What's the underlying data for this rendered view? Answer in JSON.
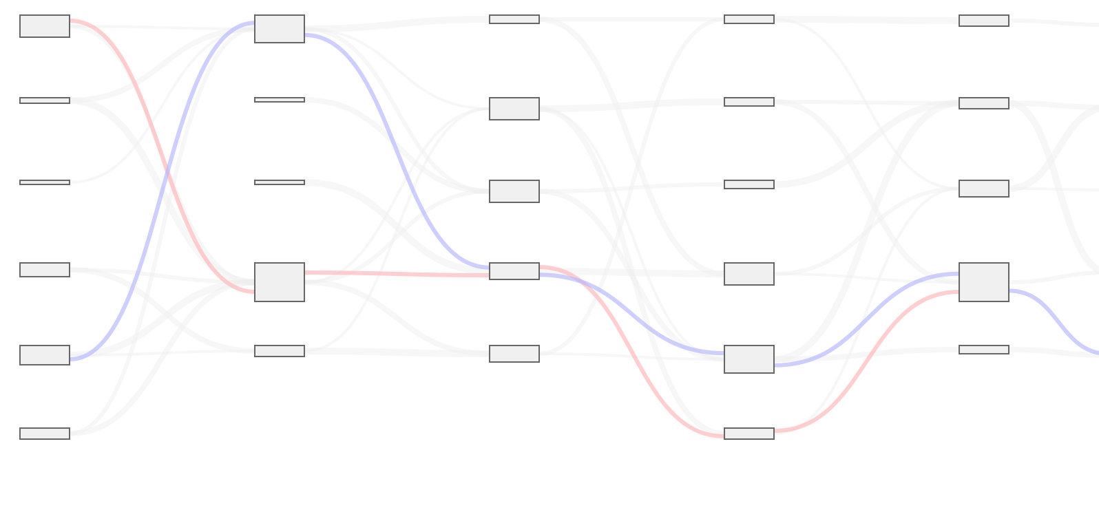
{
  "diagram": {
    "type": "alluvial-flow",
    "colors": {
      "background": "#ffffff",
      "node_fill": "#f0f0f0",
      "node_stroke": "#666666",
      "faint_link": "#eeeeee",
      "highlight_red": "#ffb3b8",
      "highlight_blue": "#b3b3ff"
    },
    "columns": [
      {
        "id": 0,
        "nodes": [
          {
            "weight": 4
          },
          {
            "weight": 1
          },
          {
            "weight": 0.5
          },
          {
            "weight": 2.5
          },
          {
            "weight": 3.5
          },
          {
            "weight": 2
          }
        ]
      },
      {
        "id": 1,
        "nodes": [
          {
            "weight": 5
          },
          {
            "weight": 0.5
          },
          {
            "weight": 0.5
          },
          {
            "weight": 7
          },
          {
            "weight": 2
          }
        ]
      },
      {
        "id": 2,
        "nodes": [
          {
            "weight": 1.5
          },
          {
            "weight": 4
          },
          {
            "weight": 4
          },
          {
            "weight": 3
          },
          {
            "weight": 3
          }
        ]
      },
      {
        "id": 3,
        "nodes": [
          {
            "weight": 1.5
          },
          {
            "weight": 1.5
          },
          {
            "weight": 1.5
          },
          {
            "weight": 4
          },
          {
            "weight": 5
          },
          {
            "weight": 2
          }
        ]
      },
      {
        "id": 4,
        "nodes": [
          {
            "weight": 2
          },
          {
            "weight": 2
          },
          {
            "weight": 3
          },
          {
            "weight": 7
          },
          {
            "weight": 1.5
          }
        ]
      }
    ],
    "highlighted_flows": [
      {
        "name": "red",
        "color": "#ffb3b8",
        "path": [
          {
            "col": 0,
            "node": 0
          },
          {
            "col": 1,
            "node": 3
          },
          {
            "col": 2,
            "node": 3
          },
          {
            "col": 3,
            "node": 5
          },
          {
            "col": 4,
            "node": 3
          }
        ]
      },
      {
        "name": "blue",
        "color": "#b3b3ff",
        "path": [
          {
            "col": 0,
            "node": 4
          },
          {
            "col": 1,
            "node": 0
          },
          {
            "col": 2,
            "node": 3
          },
          {
            "col": 3,
            "node": 4
          },
          {
            "col": 4,
            "node": 3
          },
          {
            "col": 5,
            "node": 4
          }
        ]
      }
    ],
    "background_flows": [
      [
        0,
        0,
        1,
        0
      ],
      [
        0,
        0,
        1,
        3
      ],
      [
        0,
        1,
        1,
        0
      ],
      [
        0,
        1,
        1,
        3
      ],
      [
        0,
        2,
        1,
        0
      ],
      [
        0,
        3,
        1,
        3
      ],
      [
        0,
        3,
        1,
        4
      ],
      [
        0,
        4,
        1,
        3
      ],
      [
        0,
        4,
        1,
        4
      ],
      [
        0,
        5,
        1,
        0
      ],
      [
        0,
        5,
        1,
        3
      ],
      [
        1,
        0,
        2,
        0
      ],
      [
        1,
        0,
        2,
        1
      ],
      [
        1,
        0,
        2,
        2
      ],
      [
        1,
        1,
        2,
        2
      ],
      [
        1,
        2,
        2,
        3
      ],
      [
        1,
        3,
        2,
        1
      ],
      [
        1,
        3,
        2,
        2
      ],
      [
        1,
        3,
        2,
        4
      ],
      [
        1,
        4,
        2,
        4
      ],
      [
        1,
        4,
        2,
        1
      ],
      [
        2,
        0,
        3,
        0
      ],
      [
        2,
        0,
        3,
        3
      ],
      [
        2,
        1,
        3,
        1
      ],
      [
        2,
        1,
        3,
        4
      ],
      [
        2,
        2,
        3,
        2
      ],
      [
        2,
        2,
        3,
        4
      ],
      [
        2,
        3,
        3,
        3
      ],
      [
        2,
        4,
        3,
        4
      ],
      [
        2,
        4,
        3,
        0
      ],
      [
        2,
        1,
        3,
        5
      ],
      [
        3,
        0,
        4,
        0
      ],
      [
        3,
        0,
        4,
        2
      ],
      [
        3,
        1,
        4,
        1
      ],
      [
        3,
        1,
        4,
        3
      ],
      [
        3,
        2,
        4,
        1
      ],
      [
        3,
        3,
        4,
        3
      ],
      [
        3,
        3,
        4,
        2
      ],
      [
        3,
        4,
        4,
        4
      ],
      [
        3,
        4,
        4,
        1
      ],
      [
        3,
        5,
        4,
        2
      ],
      [
        4,
        0,
        5,
        0
      ],
      [
        4,
        1,
        5,
        1
      ],
      [
        4,
        1,
        5,
        3
      ],
      [
        4,
        2,
        5,
        2
      ],
      [
        4,
        3,
        5,
        3
      ],
      [
        4,
        4,
        5,
        4
      ],
      [
        4,
        2,
        5,
        1
      ]
    ]
  }
}
